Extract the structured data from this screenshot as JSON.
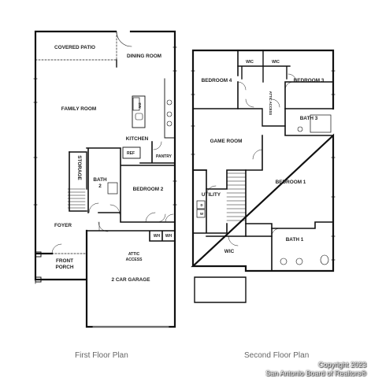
{
  "first_floor": {
    "caption": "First Floor Plan",
    "rooms": {
      "covered_patio": "COVERED PATIO",
      "dining_room": "DINING ROOM",
      "family_room": "FAMILY ROOM",
      "kitchen": "KITCHEN",
      "dw": "DW",
      "ref": "REF",
      "pantry": "PANTRY",
      "storage": "STORAGE",
      "bath_2_line1": "BATH",
      "bath_2_line2": "2",
      "bedroom_2": "BEDROOM 2",
      "foyer": "FOYER",
      "wh_1": "WH",
      "wh_2": "WH",
      "attic_access_line1": "ATTIC",
      "attic_access_line2": "ACCESS",
      "front_porch_line1": "FRONT",
      "front_porch_line2": "PORCH",
      "garage": "2 CAR GARAGE"
    }
  },
  "second_floor": {
    "caption": "Second Floor Plan",
    "rooms": {
      "wic_1": "WIC",
      "wic_2": "WIC",
      "bedroom_4": "BEDROOM 4",
      "bedroom_3": "BEDROOM 3",
      "attic_access": "ATTIC ACCESS",
      "bath_3": "BATH 3",
      "game_room": "GAME ROOM",
      "bedroom_1": "BEDROOM 1",
      "utility": "UTILITY",
      "dryer": "D",
      "washer": "W",
      "wic_master": "WIC",
      "bath_1": "BATH 1"
    }
  },
  "watermark": {
    "line1": "Copyright 2023",
    "line2": "San Antonio Board of Realtors®"
  }
}
